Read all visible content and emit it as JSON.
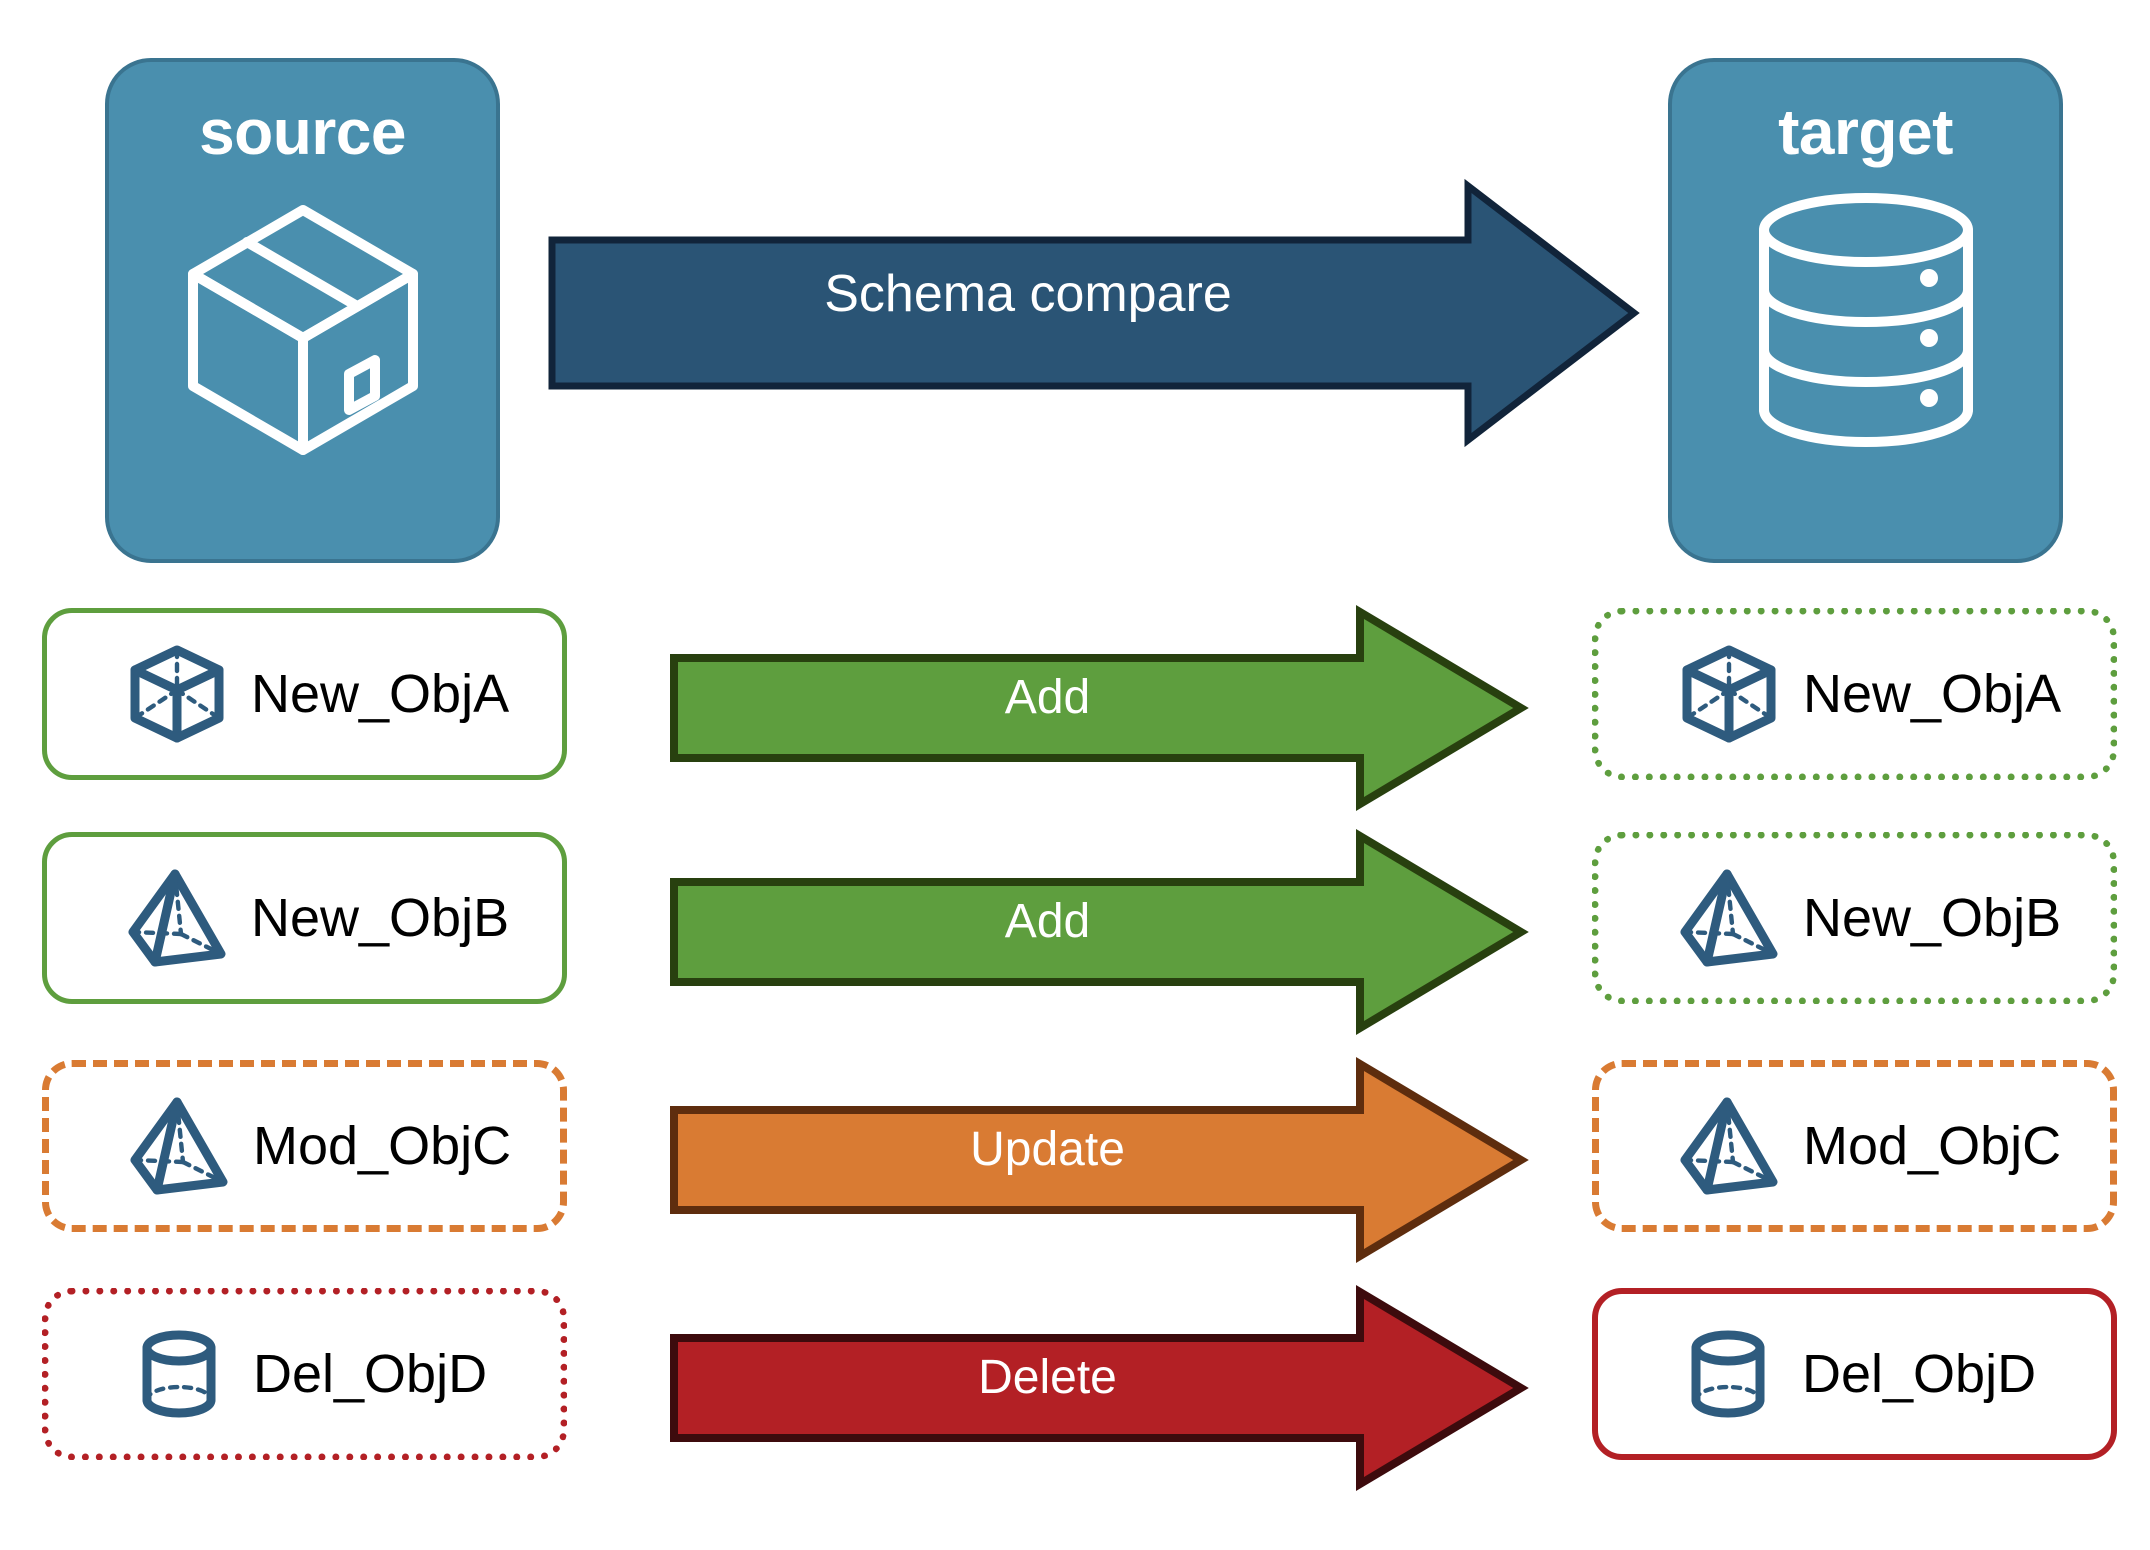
{
  "diagram": {
    "title_source": "source",
    "title_target": "target",
    "compare_arrow_label": "Schema compare",
    "source_icon": "package-box-icon",
    "target_icon": "database-cylinder-icon"
  },
  "colors": {
    "endpoint_fill": "#4A8FAE",
    "endpoint_stroke": "#3A7490",
    "compare_arrow_fill": "#2A5475",
    "compare_arrow_stroke": "#11243A",
    "add_fill": "#5E9E3E",
    "add_stroke": "#28400F",
    "update_fill": "#D97B33",
    "update_stroke": "#5E2D0E",
    "delete_fill": "#B32025",
    "delete_stroke": "#3D0B0D",
    "object_icon": "#2E5B7E",
    "green": "#5E9E3E",
    "orange": "#D97B33",
    "red": "#B32025"
  },
  "rows": [
    {
      "action": "Add",
      "arrow_fill": "#5E9E3E",
      "arrow_stroke": "#28400F",
      "source": {
        "label": "New_ObjA",
        "icon": "cube-wireframe-icon",
        "border_style": "bd-solid-green"
      },
      "target": {
        "label": "New_ObjA",
        "icon": "cube-wireframe-icon",
        "border_style": "bd-dot-green"
      }
    },
    {
      "action": "Add",
      "arrow_fill": "#5E9E3E",
      "arrow_stroke": "#28400F",
      "source": {
        "label": "New_ObjB",
        "icon": "pyramid-wireframe-icon",
        "border_style": "bd-solid-green"
      },
      "target": {
        "label": "New_ObjB",
        "icon": "pyramid-wireframe-icon",
        "border_style": "bd-dot-green"
      }
    },
    {
      "action": "Update",
      "arrow_fill": "#D97B33",
      "arrow_stroke": "#5E2D0E",
      "source": {
        "label": "Mod_ObjC",
        "icon": "pyramid-wireframe-icon",
        "border_style": "bd-dash-orange"
      },
      "target": {
        "label": "Mod_ObjC",
        "icon": "pyramid-wireframe-icon",
        "border_style": "bd-dash-orange"
      }
    },
    {
      "action": "Delete",
      "arrow_fill": "#B32025",
      "arrow_stroke": "#3D0B0D",
      "source": {
        "label": "Del_ObjD",
        "icon": "cylinder-wireframe-icon",
        "border_style": "bd-dot-red"
      },
      "target": {
        "label": "Del_ObjD",
        "icon": "cylinder-wireframe-icon",
        "border_style": "bd-solid-red"
      }
    }
  ]
}
